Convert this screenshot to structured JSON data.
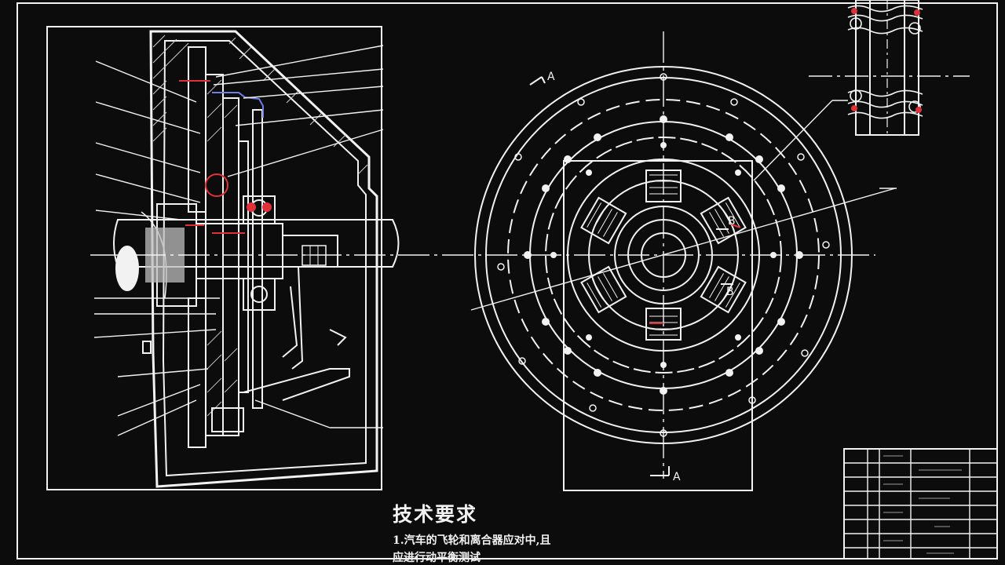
{
  "drawing": {
    "section_markers": {
      "a_top": "A",
      "a_bottom": "A",
      "b_top": "B",
      "b_bottom": "B"
    },
    "technical_requirements": {
      "title": "技术要求",
      "line1": "1.汽车的飞轮和离合器应对中,且",
      "line2": "应进行动平衡测试"
    },
    "colors": {
      "background": "#0c0c0c",
      "lines": "#f2f2f2",
      "highlight_red": "#e0303a",
      "highlight_blue": "#6f7de8"
    }
  }
}
